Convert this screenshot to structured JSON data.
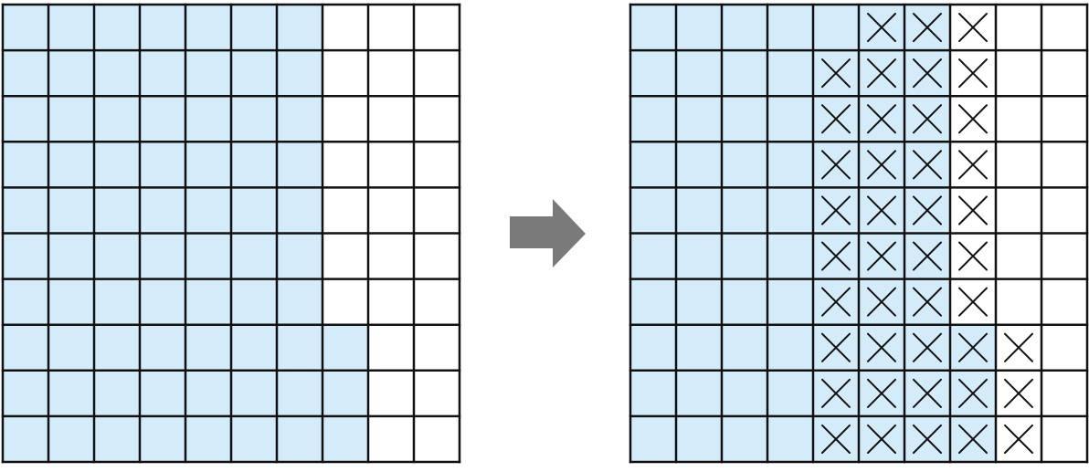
{
  "colors": {
    "shaded": "#d4ecfa",
    "unshaded": "#ffffff",
    "grid_line": "#111111",
    "cross": "#111111",
    "arrow": "#7a7a7a"
  },
  "left_grid": {
    "columns": 10,
    "rows": 10,
    "shaded_cells_per_row": [
      7,
      7,
      7,
      7,
      7,
      7,
      7,
      8,
      8,
      8
    ]
  },
  "arrow": {
    "direction": "right",
    "icon": "right-arrow-icon"
  },
  "right_grid": {
    "columns": 10,
    "rows": 10,
    "shaded_cells_per_row": [
      7,
      7,
      7,
      7,
      7,
      7,
      7,
      8,
      8,
      8
    ],
    "crossed_cells_per_row": [
      {
        "first_column": 5,
        "count": 3
      },
      {
        "first_column": 4,
        "count": 4
      },
      {
        "first_column": 4,
        "count": 4
      },
      {
        "first_column": 4,
        "count": 4
      },
      {
        "first_column": 4,
        "count": 4
      },
      {
        "first_column": 4,
        "count": 4
      },
      {
        "first_column": 4,
        "count": 4
      },
      {
        "first_column": 4,
        "count": 5
      },
      {
        "first_column": 4,
        "count": 5
      },
      {
        "first_column": 4,
        "count": 5
      }
    ],
    "cross_icon": "cross-mark-icon"
  }
}
